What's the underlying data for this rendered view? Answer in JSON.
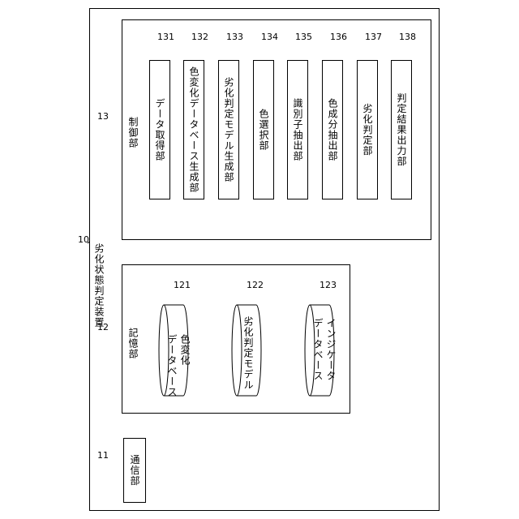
{
  "device": {
    "ref": "10",
    "label": "劣化状態判定装置"
  },
  "comm": {
    "ref": "11",
    "label": "通信部"
  },
  "storage": {
    "ref": "12",
    "label": "記憶部",
    "databases": [
      {
        "ref": "121",
        "label": "色変化\nデータベース"
      },
      {
        "ref": "122",
        "label": "劣化判定モデル"
      },
      {
        "ref": "123",
        "label": "インジケータ\nデータベース"
      }
    ]
  },
  "control": {
    "ref": "13",
    "label": "制御部",
    "units": [
      {
        "ref": "131",
        "label": "データ取得部"
      },
      {
        "ref": "132",
        "label": "色変化データベース生成部"
      },
      {
        "ref": "133",
        "label": "劣化判定モデル生成部"
      },
      {
        "ref": "134",
        "label": "色選択部"
      },
      {
        "ref": "135",
        "label": "識別子抽出部"
      },
      {
        "ref": "136",
        "label": "色成分抽出部"
      },
      {
        "ref": "137",
        "label": "劣化判定部"
      },
      {
        "ref": "138",
        "label": "判定結果出力部"
      }
    ]
  }
}
